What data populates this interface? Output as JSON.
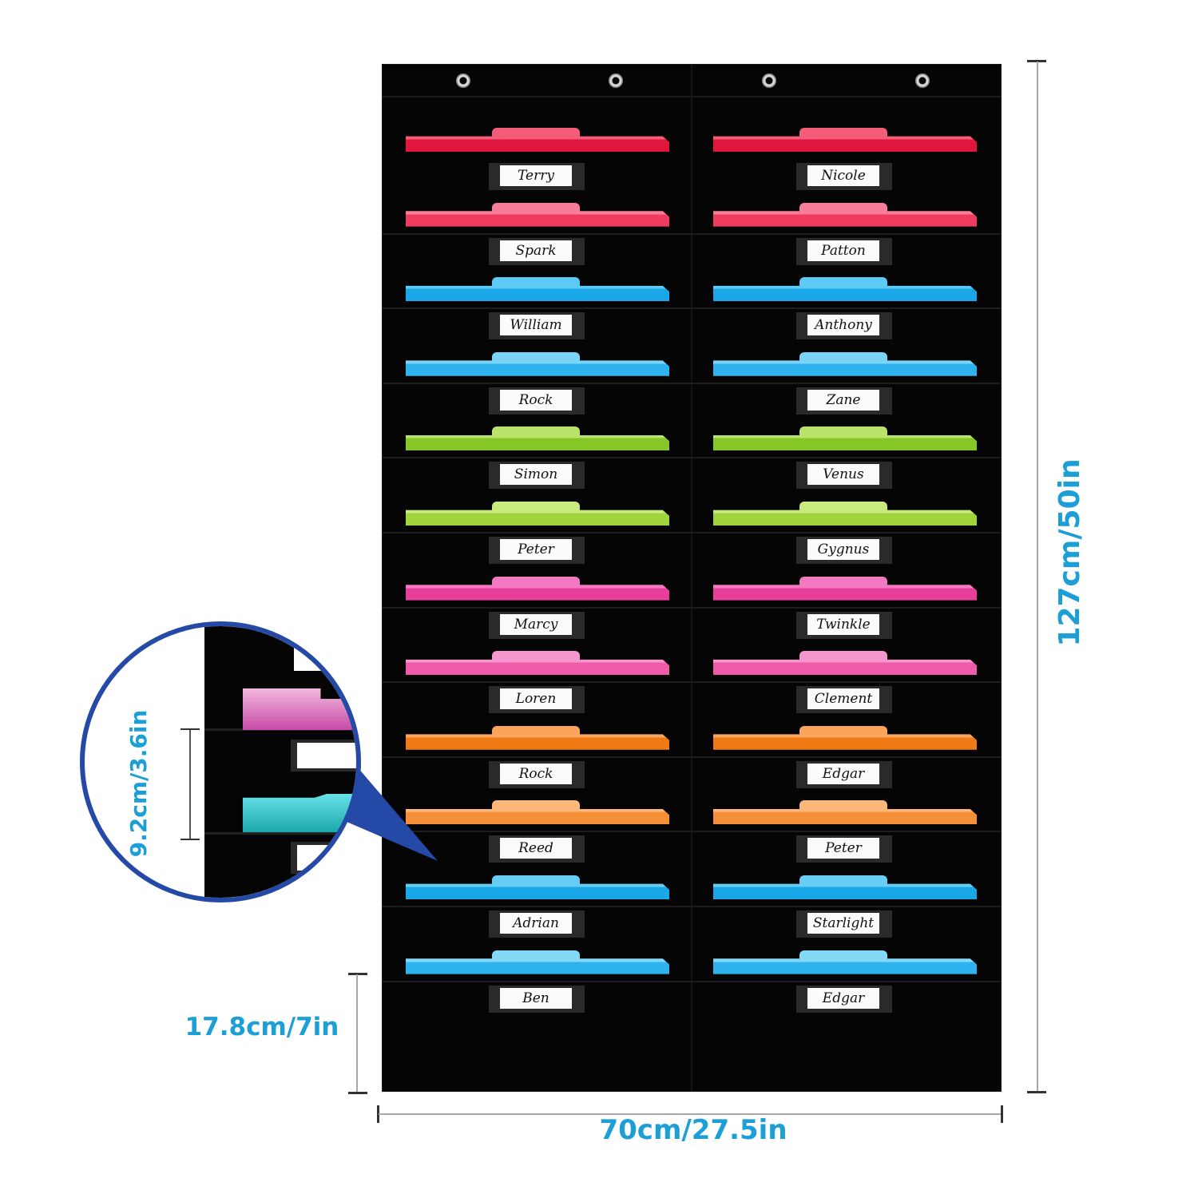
{
  "names": {
    "left": [
      "Terry",
      "Spark",
      "William",
      "Rock",
      "Simon",
      "Peter",
      "Marcy",
      "Loren",
      "Rock",
      "Reed",
      "Adrian",
      "Ben"
    ],
    "right": [
      "Nicole",
      "Patton",
      "Anthony",
      "Zane",
      "Venus",
      "Gygnus",
      "Twinkle",
      "Clement",
      "Edgar",
      "Peter",
      "Starlight",
      "Edgar"
    ]
  },
  "folder_colors": [
    "#e1163c",
    "#ef3b5f",
    "#1aa7e8",
    "#2fb3ef",
    "#86c626",
    "#9fd43a",
    "#e83f9c",
    "#ef5aa9",
    "#f07a16",
    "#f59039",
    "#1aa7e8",
    "#2fb3ef"
  ],
  "folder_tab_colors": [
    "#f45c7a",
    "#f87d98",
    "#5ccaf4",
    "#79d4f7",
    "#b9e36a",
    "#c9ea7d",
    "#f27ac0",
    "#f597ce",
    "#f9a65c",
    "#fbb879",
    "#68cdf5",
    "#83d8f8"
  ],
  "dimensions": {
    "width": "70cm/27.5in",
    "height": "127cm/50in",
    "bottom_pocket": "17.8cm/7in",
    "pocket_spacing": "9.2cm/3.6in"
  },
  "colors": {
    "accent": "#1b9fd6",
    "zoom_border": "#2449a7",
    "chart_bg": "#050505"
  }
}
